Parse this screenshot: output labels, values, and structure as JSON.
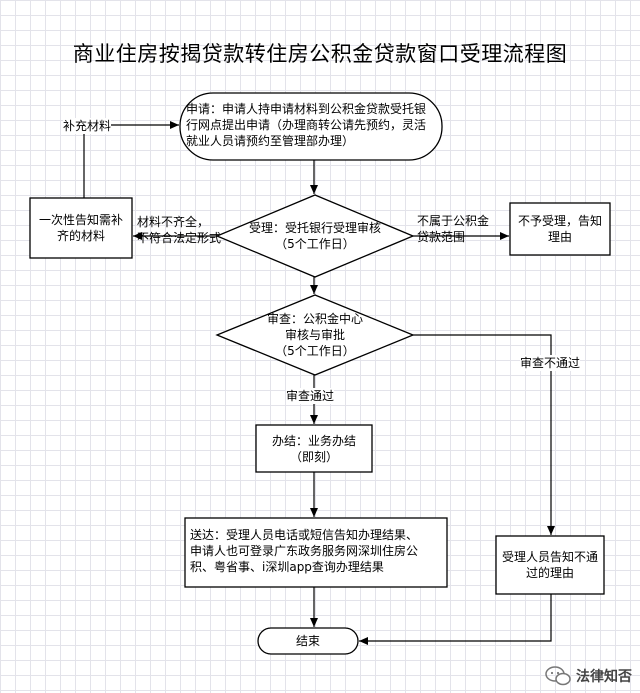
{
  "title": "商业住房按揭贷款转住房公积金贷款窗口受理流程图",
  "nodes": {
    "apply": [
      "申请：申请人持申请材料到公积金贷款受托银",
      "行网点提出申请（办理商转公请先预约，灵活",
      "就业人员请预约至管理部办理）"
    ],
    "supplement": [
      "一次性告知需补",
      "齐的材料"
    ],
    "accept": [
      "受理：受托银行受理审核",
      "（5个工作日）"
    ],
    "reject": [
      "不予受理，告知",
      "理由"
    ],
    "review": [
      "审查：公积金中心",
      "审核与审批",
      "（5个工作日）"
    ],
    "handle": [
      "办结：业务办结",
      "（即刻）"
    ],
    "deliver": [
      "送达：受理人员电话或短信告知办理结果、",
      "申请人也可登录广东政务服务网深圳住房公",
      "积、粤省事、i深圳app查询办理结果"
    ],
    "notify_fail": [
      "受理人员告知不通",
      "过的理由"
    ],
    "end": "结束"
  },
  "edges": {
    "supplement_materials": "补充材料",
    "materials_incomplete": [
      "材料不齐全，",
      "不符合法定形式"
    ],
    "not_in_scope": [
      "不属于公积金",
      "贷款范围"
    ],
    "review_pass": "审查通过",
    "review_fail": "审查不通过"
  },
  "watermark": "法律知否"
}
